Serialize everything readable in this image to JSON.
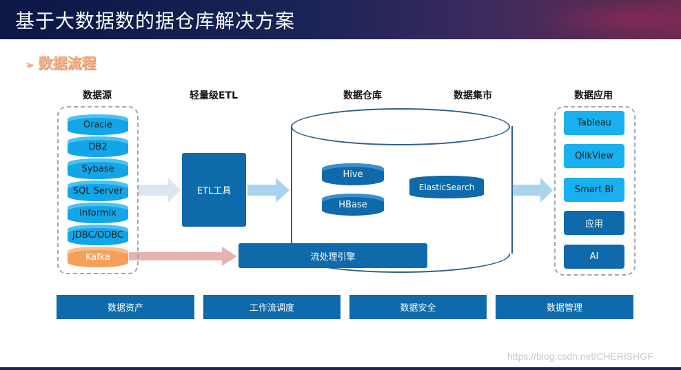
{
  "header": {
    "title": "基于大数据数的据仓库解决方案"
  },
  "section": {
    "arrow": "➢",
    "title": "数据流程"
  },
  "columns": {
    "sources": "数据源",
    "etl": "轻量级ETL",
    "warehouse": "数据仓库",
    "mart": "数据集市",
    "apps": "数据应用"
  },
  "sources": [
    "Oracle",
    "DB2",
    "Sybase",
    "SQL Server",
    "Informix",
    "JDBC/ODBC",
    "Kafka"
  ],
  "etl_tool": "ETL工具",
  "warehouse": {
    "hive": "Hive",
    "hbase": "HBase",
    "elasticsearch": "ElasticSearch"
  },
  "stream_engine": "流处理引擎",
  "apps": [
    "Tableau",
    "QlikView",
    "Smart BI",
    "应用",
    "AI"
  ],
  "bottom_bars": [
    "数据资产",
    "工作流调度",
    "数据安全",
    "数据管理"
  ],
  "watermark": "https://blog.csdn.net/CHERISHGF",
  "colors": {
    "header_bg": "#0b1746",
    "source_blue": "#12a6e8",
    "kafka_orange": "#f4a05a",
    "dark_blue": "#0e6aab",
    "subheading": "#f5b48a"
  }
}
